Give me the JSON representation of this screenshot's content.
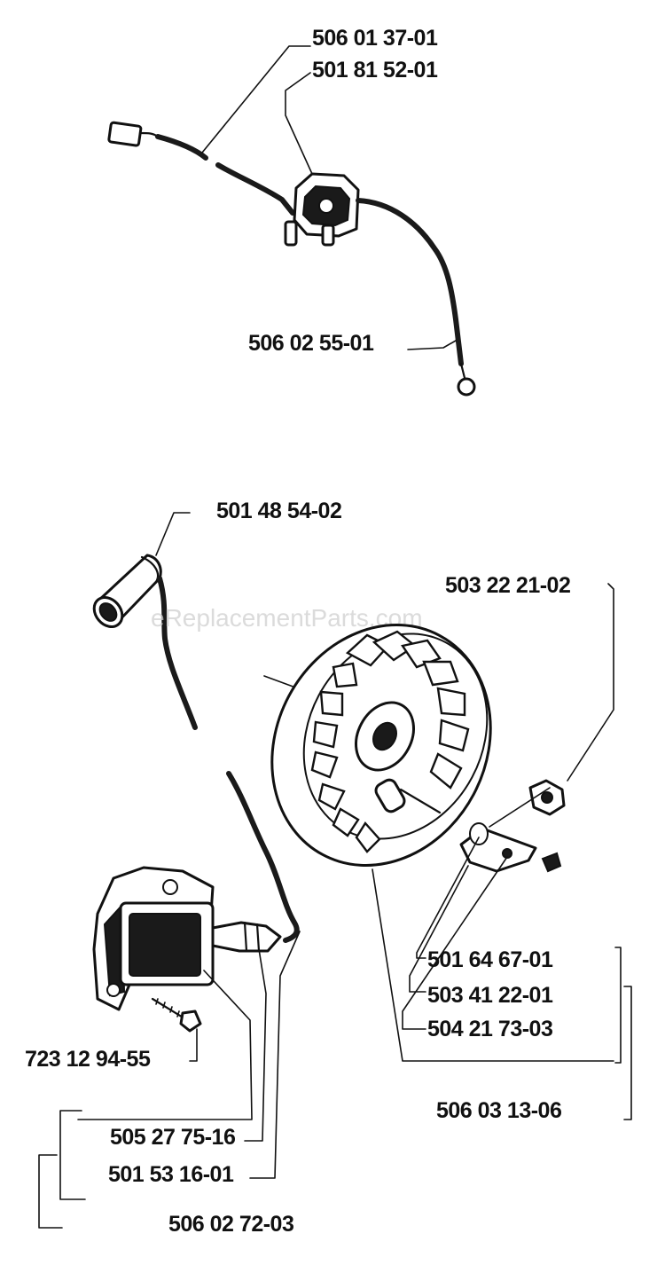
{
  "watermark": "eReplacementParts.com",
  "part_numbers": {
    "wire_top": "506 01 37-01",
    "switch": "501 81 52-01",
    "ground_lead": "506 02 55-01",
    "spark_plug_boot": "501 48 54-02",
    "flywheel_nut": "503 22 21-02",
    "flywheel_washer": "501 64 67-01",
    "flywheel_pawl": "503 41 22-01",
    "flywheel_spring": "504 21 73-03",
    "flywheel_assembly": "506 03 13-06",
    "coil_screw": "723 12 94-55",
    "ignition_module": "505 27 75-16",
    "coil_wire": "501 53 16-01",
    "ignition_assembly": "506 02 72-03"
  },
  "colors": {
    "ink": "#111111",
    "watermark": "#cfcfcf",
    "background": "#ffffff"
  }
}
